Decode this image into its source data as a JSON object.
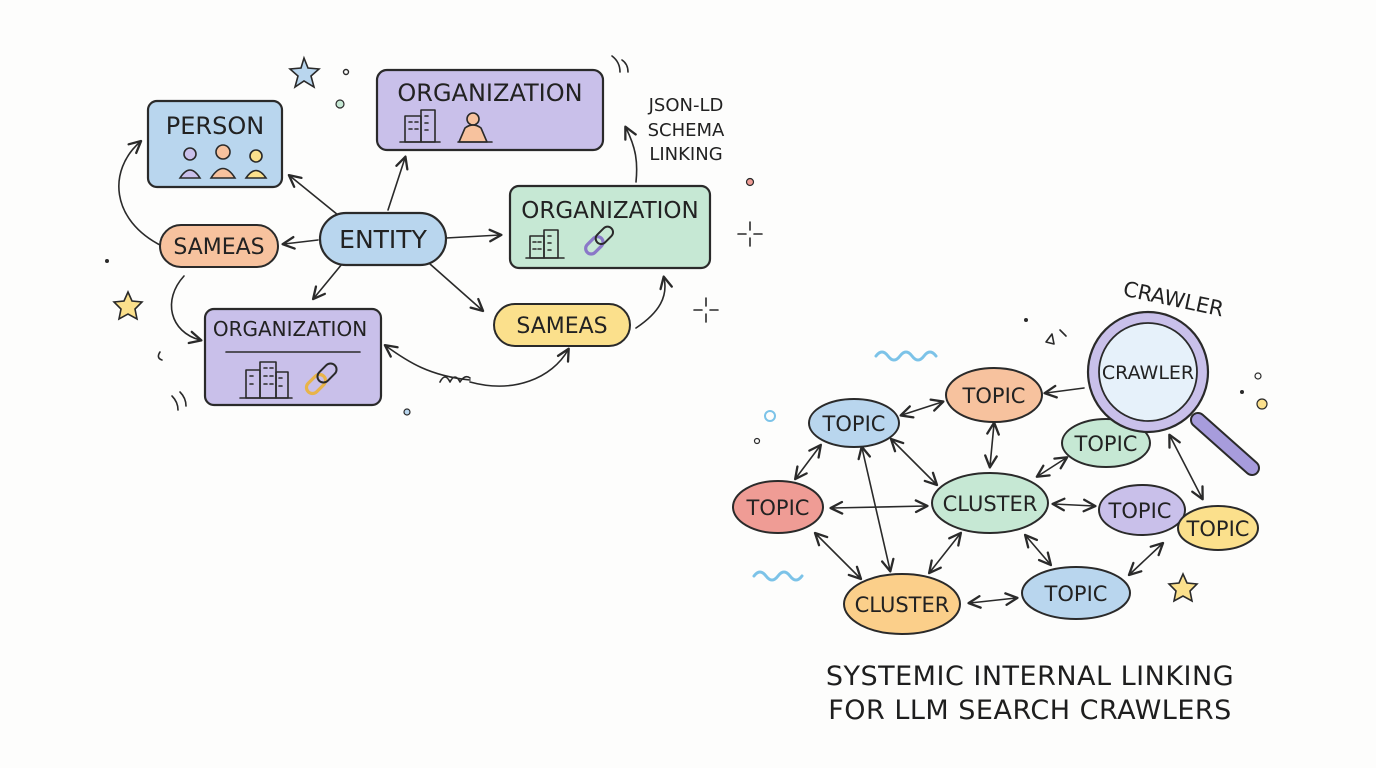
{
  "colors": {
    "blue": "#b9d6ee",
    "purple": "#c9c0ea",
    "green": "#c6e8d4",
    "orange": "#f7c29e",
    "yellow": "#fbe08c",
    "red": "#ef9c95",
    "ink": "#2a2a2a"
  },
  "entity_diagram": {
    "person": {
      "label": "PERSON",
      "icon": "people-icon"
    },
    "organization_top": {
      "label": "ORGANIZATION",
      "icons": [
        "building-icon",
        "person-desk-icon"
      ]
    },
    "organization_right": {
      "label": "ORGANIZATION",
      "icons": [
        "building-icon",
        "link-icon"
      ]
    },
    "organization_bottom": {
      "label": "ORGANIZATION",
      "icons": [
        "building-icon",
        "link-icon"
      ]
    },
    "entity": {
      "label": "ENTITY"
    },
    "sameas_left": {
      "label": "SAMEAS"
    },
    "sameas_right": {
      "label": "SAMEAS"
    },
    "annotation": [
      "JSON-LD",
      "SCHEMA",
      "LINKING"
    ]
  },
  "cluster_diagram": {
    "crawler_heading": "CRAWLER",
    "crawler_lens": "CRAWLER",
    "nodes": {
      "topic_1": "TOPIC",
      "topic_2": "TOPIC",
      "topic_3": "TOPIC",
      "topic_4": "TOPIC",
      "topic_5": "TOPIC",
      "topic_6": "TOPIC",
      "topic_7": "TOPIC",
      "cluster_main": "CLUSTER",
      "cluster_bottom": "CLUSTER"
    }
  },
  "caption": {
    "line1": "SYSTEMIC INTERNAL LINKING",
    "line2": "FOR LLM SEARCH CRAWLERS"
  }
}
